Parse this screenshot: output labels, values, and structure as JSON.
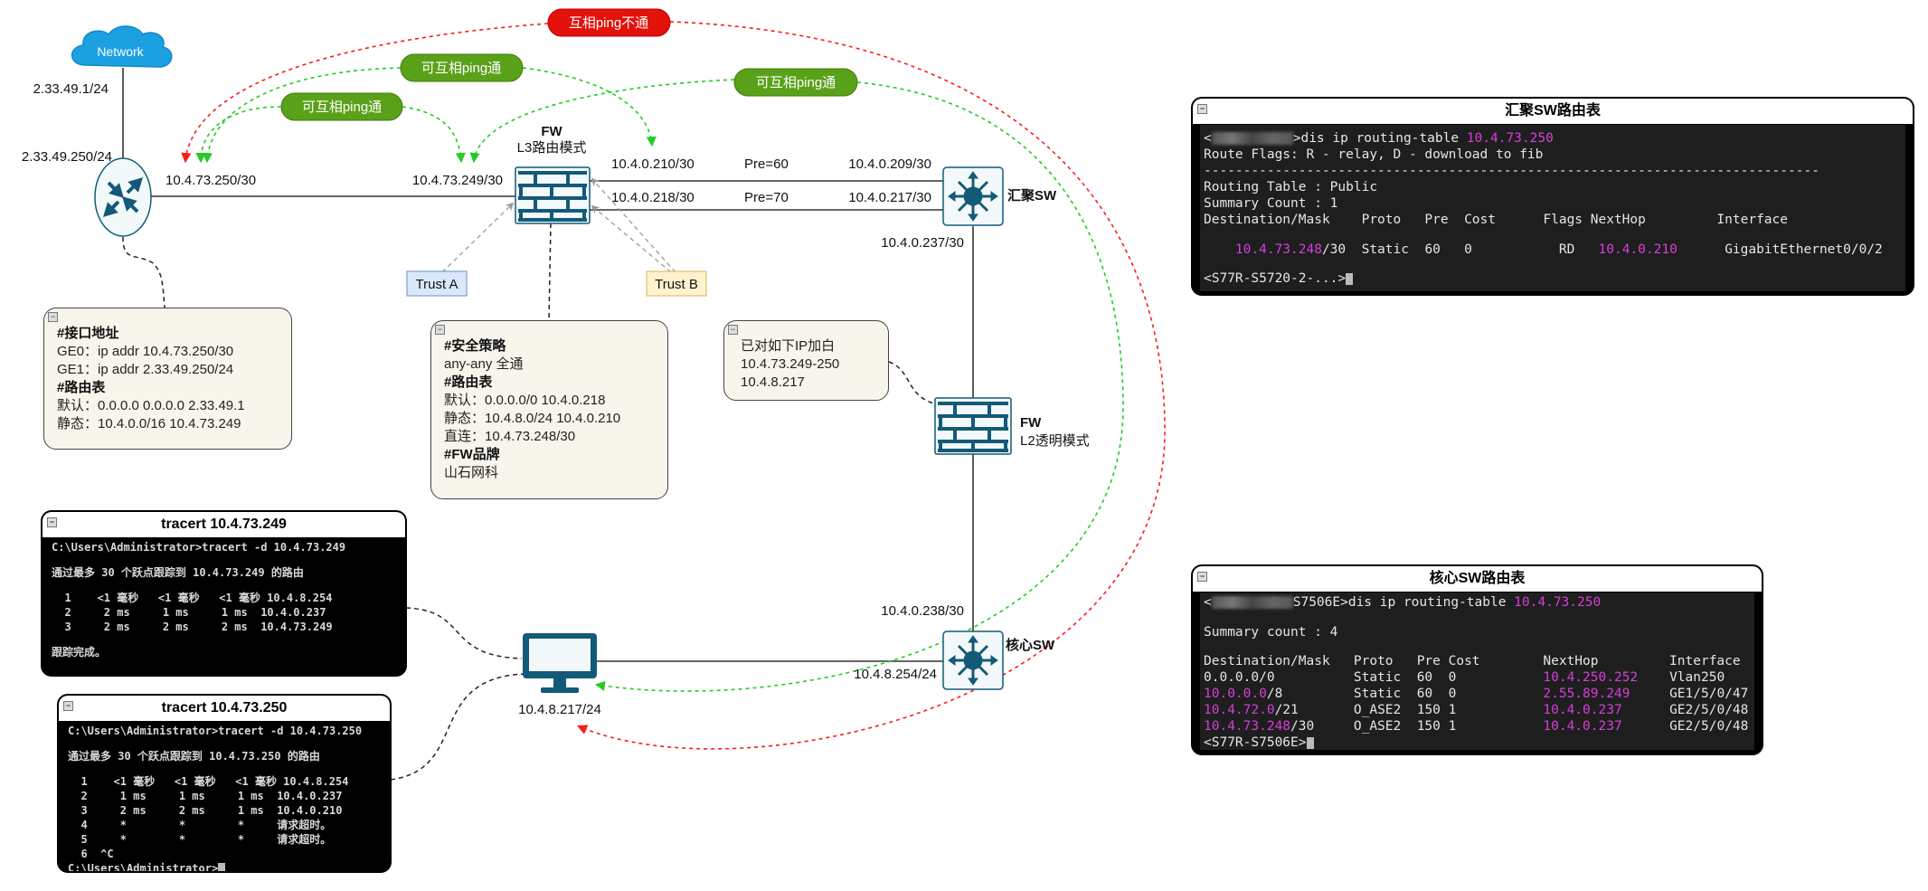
{
  "network": {
    "cloud_label": "Network",
    "uplink_gw": "2.33.49.1/24",
    "router_wan_ip": "2.33.49.250/24"
  },
  "links": {
    "router_lan_ip": "10.4.73.250/30",
    "fw_wan_ip": "10.4.73.249/30",
    "fw_link1_ip": "10.4.0.210/30",
    "link1_pre": "Pre=60",
    "sw_link1_ip": "10.4.0.209/30",
    "fw_link2_ip": "10.4.0.218/30",
    "link2_pre": "Pre=70",
    "sw_link2_ip": "10.4.0.217/30",
    "agg_down_ip": "10.4.0.237/30",
    "core_up_ip": "10.4.0.238/30",
    "core_down_ip": "10.4.8.254/24",
    "pc_ip": "10.4.8.217/24"
  },
  "devices": {
    "fw_l3": {
      "name": "FW",
      "mode": "L3路由模式"
    },
    "agg_sw": {
      "name": "汇聚SW"
    },
    "fw_l2": {
      "name": "FW",
      "mode": "L2透明模式"
    },
    "core_sw": {
      "name": "核心SW"
    }
  },
  "zones": {
    "trust_a": "Trust A",
    "trust_b": "Trust B"
  },
  "pills": {
    "no_ping": "互相ping不通",
    "ping_ok_1": "可互相ping通",
    "ping_ok_2": "可互相ping通",
    "ping_ok_3": "可互相ping通"
  },
  "colors": {
    "pill_red": "#e3120b",
    "pill_green": "#5aa11a",
    "arrow_red": "#ff1a1a",
    "arrow_green": "#22cc22",
    "icon": "#135a78",
    "note_bg": "#f7f5ec",
    "highlight": "#d63fd6"
  },
  "notes": {
    "router": {
      "lines": [
        "#接口地址",
        "GE0：ip addr 10.4.73.250/30",
        "GE1：ip addr 2.33.49.250/24",
        "#路由表",
        "默认：0.0.0.0 0.0.0.0 2.33.49.1",
        "静态：10.4.0.0/16 10.4.73.249"
      ]
    },
    "fw": {
      "lines": [
        "#安全策略",
        "any-any 全通",
        "#路由表",
        "默认：0.0.0.0/0 10.4.0.218",
        "静态：10.4.8.0/24 10.4.0.210",
        "直连：10.4.73.248/30",
        "#FW品牌",
        "山石网科"
      ]
    },
    "whitelist": {
      "lines": [
        "已对如下IP加白",
        "10.4.73.249-250",
        "10.4.8.217"
      ]
    }
  },
  "terminals": {
    "agg": {
      "title": "汇聚SW路由表",
      "lines": [
        [
          {
            "t": "<"
          },
          {
            "blur": true
          },
          {
            "t": ">dis ip routing-table "
          },
          {
            "t": "10.4.73.250",
            "hl": true
          }
        ],
        [
          {
            "t": "Route Flags: R - relay, D - download to fib"
          }
        ],
        [
          {
            "t": "------------------------------------------------------------------------------"
          }
        ],
        [
          {
            "t": "Routing Table : Public"
          }
        ],
        [
          {
            "t": "Summary Count : 1"
          }
        ],
        [
          {
            "t": "Destination/Mask    Proto   Pre  Cost      Flags NextHop         Interface"
          }
        ],
        [
          {
            "t": ""
          }
        ],
        [
          {
            "t": "    "
          },
          {
            "t": "10.4.73.248",
            "hl": true
          },
          {
            "t": "/30  Static  60   0           RD   "
          },
          {
            "t": "10.4.0.210",
            "hl": true
          },
          {
            "t": "      GigabitEthernet0/0/2"
          }
        ],
        [
          {
            "t": ""
          }
        ],
        [
          {
            "t": "<S77R-S5720-2-...>"
          },
          {
            "cursor": true
          }
        ]
      ]
    },
    "core": {
      "title": "核心SW路由表",
      "lines": [
        [
          {
            "t": "<"
          },
          {
            "blur": true
          },
          {
            "t": "S7506E>dis ip routing-table "
          },
          {
            "t": "10.4.73.250",
            "hl": true
          }
        ],
        [
          {
            "t": ""
          }
        ],
        [
          {
            "t": "Summary count : 4"
          }
        ],
        [
          {
            "t": ""
          }
        ],
        [
          {
            "t": "Destination/Mask   Proto   Pre Cost        NextHop         Interface"
          }
        ],
        [
          {
            "t": "0.0.0.0/0          Static  60  0           "
          },
          {
            "t": "10.4.250.252",
            "hl": true
          },
          {
            "t": "    Vlan250"
          }
        ],
        [
          {
            "t": "10.0.0.0",
            "hl": true
          },
          {
            "t": "/8         Static  60  0           "
          },
          {
            "t": "2.55.89.249",
            "hl": true
          },
          {
            "t": "     GE1/5/0/47"
          }
        ],
        [
          {
            "t": "10.4.72.0",
            "hl": true
          },
          {
            "t": "/21       O_ASE2  150 1           "
          },
          {
            "t": "10.4.0.237",
            "hl": true
          },
          {
            "t": "      GE2/5/0/48"
          }
        ],
        [
          {
            "t": "10.4.73.248",
            "hl": true
          },
          {
            "t": "/30     O_ASE2  150 1           "
          },
          {
            "t": "10.4.0.237",
            "hl": true
          },
          {
            "t": "      GE2/5/0/48"
          }
        ],
        [
          {
            "t": "<S77R-S7506E>"
          },
          {
            "cursor": true
          }
        ]
      ]
    },
    "tracert1": {
      "title": "tracert 10.4.73.249",
      "lines": [
        [
          {
            "t": "C:\\Users\\Administrator>tracert -d 10.4.73.249"
          }
        ],
        [
          {
            "t": ""
          }
        ],
        [
          {
            "t": "通过最多 30 个跃点跟踪到 10.4.73.249 的路由"
          }
        ],
        [
          {
            "t": ""
          }
        ],
        [
          {
            "t": "  1    <1 毫秒   <1 毫秒   <1 毫秒 10.4.8.254"
          }
        ],
        [
          {
            "t": "  2     2 ms     1 ms     1 ms  10.4.0.237"
          }
        ],
        [
          {
            "t": "  3     2 ms     2 ms     2 ms  10.4.73.249"
          }
        ],
        [
          {
            "t": ""
          }
        ],
        [
          {
            "t": "跟踪完成。"
          }
        ]
      ]
    },
    "tracert2": {
      "title": "tracert 10.4.73.250",
      "lines": [
        [
          {
            "t": "C:\\Users\\Administrator>tracert -d 10.4.73.250"
          }
        ],
        [
          {
            "t": ""
          }
        ],
        [
          {
            "t": "通过最多 30 个跃点跟踪到 10.4.73.250 的路由"
          }
        ],
        [
          {
            "t": ""
          }
        ],
        [
          {
            "t": "  1    <1 毫秒   <1 毫秒   <1 毫秒 10.4.8.254"
          }
        ],
        [
          {
            "t": "  2     1 ms     1 ms     1 ms  10.4.0.237"
          }
        ],
        [
          {
            "t": "  3     2 ms     2 ms     1 ms  10.4.0.210"
          }
        ],
        [
          {
            "t": "  4     *        *        *     请求超时。"
          }
        ],
        [
          {
            "t": "  5     *        *        *     请求超时。"
          }
        ],
        [
          {
            "t": "  6  ^C"
          }
        ],
        [
          {
            "t": "C:\\Users\\Administrator>"
          },
          {
            "cursor": true
          }
        ]
      ]
    }
  }
}
